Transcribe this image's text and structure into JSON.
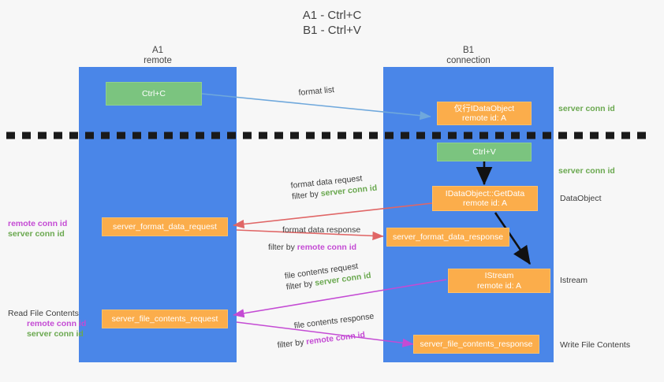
{
  "title": {
    "line1": "A1 - Ctrl+C",
    "line2": "B1 - Ctrl+V"
  },
  "colors": {
    "lane": "#4a86e8",
    "green_box": "#7bc47f",
    "orange_box": "#fbad4b",
    "server_conn_id": "#6aa84f",
    "remote_conn_id": "#c44bd4",
    "arrow_blue": "#6fa8dc",
    "arrow_red": "#e06666",
    "arrow_black": "#000000",
    "arrow_magenta": "#c44bd4",
    "divider": "#1a1a1a"
  },
  "lanes": [
    {
      "name": "A1",
      "sub": "remote"
    },
    {
      "name": "B1",
      "sub": "connection"
    }
  ],
  "nodes": {
    "ctrl_c": {
      "l1": "Ctrl+C"
    },
    "ctrl_v": {
      "l1": "Ctrl+V"
    },
    "idataobject": {
      "l1": "仅行IDataObject",
      "l2": "remote id: A"
    },
    "getdata": {
      "l1": "IDataObject::GetData",
      "l2": "remote id: A"
    },
    "istream": {
      "l1": "IStream",
      "l2": "remote id: A"
    },
    "format_data_request": {
      "l1": "server_format_data_request"
    },
    "format_data_response": {
      "l1": "server_format_data_response"
    },
    "file_contents_request": {
      "l1": "server_file_contents_request"
    },
    "file_contents_response": {
      "l1": "server_file_contents_response"
    }
  },
  "annotations": {
    "format_list": "format list",
    "format_data_request": {
      "line1": "format data request",
      "prefix": "filter by ",
      "key": "server conn id"
    },
    "format_data_response": {
      "line1": "format data response",
      "prefix": "filter by ",
      "key": "remote conn id"
    },
    "file_contents_request": {
      "line1": "file contents request",
      "prefix": "filter by ",
      "key": "server conn id"
    },
    "file_contents_response": {
      "line1": "file contents response",
      "prefix": "filter by ",
      "key": "remote conn id"
    }
  },
  "right_labels": {
    "server_conn_id_1": "server conn id",
    "server_conn_id_2": "server conn id",
    "dataobject": "DataObject",
    "istream": "Istream",
    "write_file_contents": "Write File Contents"
  },
  "left_labels": {
    "remote_conn_id_1": "remote conn id",
    "server_conn_id_1": "server conn id",
    "read_file_contents": "Read File Contents",
    "remote_conn_id_2": "remote conn id",
    "server_conn_id_2": "server conn id"
  }
}
